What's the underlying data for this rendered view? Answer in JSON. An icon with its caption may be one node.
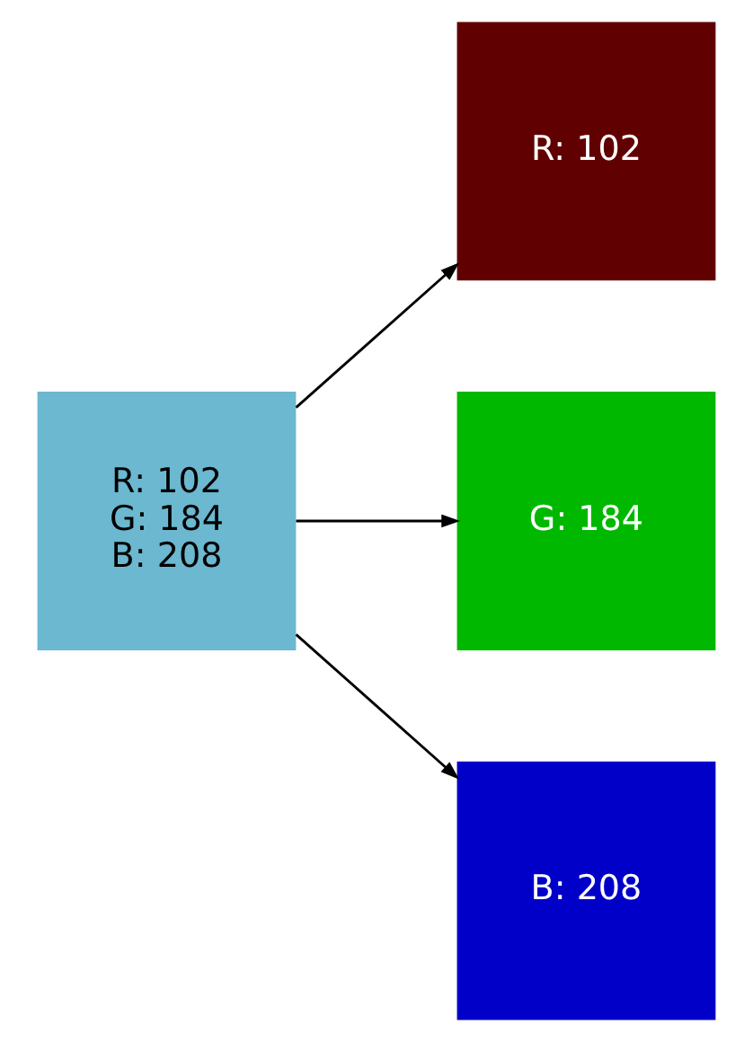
{
  "diagram": {
    "nodes": [
      {
        "text": [
          "R: 102",
          "G: 184",
          "B: 208"
        ]
      },
      {
        "text": [
          "R: 102"
        ]
      },
      {
        "text": [
          "G: 184"
        ]
      },
      {
        "text": [
          "B: 208"
        ]
      }
    ],
    "edges": [
      {
        "from": 0,
        "to": 1,
        "arrow": "to"
      },
      {
        "from": 0,
        "to": 2,
        "arrow": "to"
      },
      {
        "from": 0,
        "to": 3,
        "arrow": "to"
      }
    ]
  }
}
